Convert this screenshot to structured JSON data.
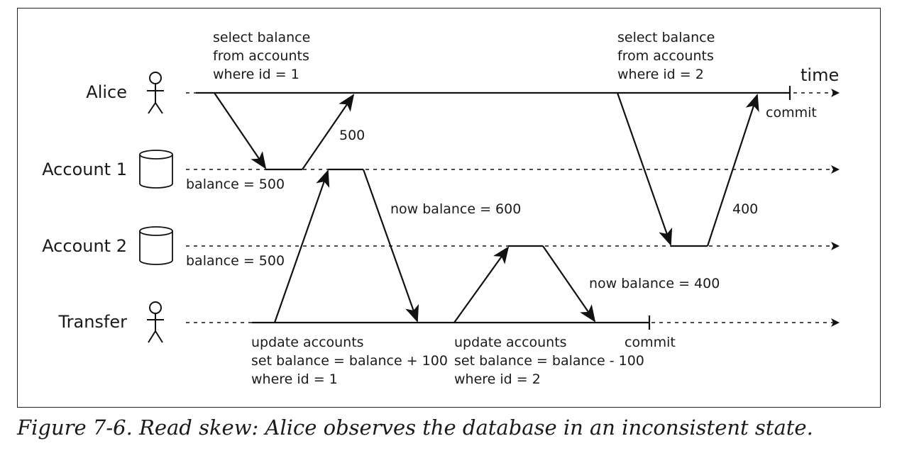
{
  "lanes": {
    "alice": "Alice",
    "account1": "Account 1",
    "account2": "Account 2",
    "transfer": "Transfer"
  },
  "time_label": "time",
  "notes": {
    "alice_query1": [
      "select balance",
      "from accounts",
      "where id = 1"
    ],
    "alice_query2": [
      "select balance",
      "from accounts",
      "where id = 2"
    ],
    "alice_commit": "commit",
    "reply_500": "500",
    "reply_400": "400",
    "account1_balance": "balance = 500",
    "account2_balance": "balance = 500",
    "account1_now": "now balance = 600",
    "account2_now": "now balance = 400",
    "transfer_update1": [
      "update accounts",
      "set balance = balance + 100",
      "where id = 1"
    ],
    "transfer_update2": [
      "update accounts",
      "set balance = balance - 100",
      "where id = 2"
    ],
    "transfer_commit": "commit"
  },
  "caption": "Figure 7-6. Read skew: Alice observes the database in an inconsistent state."
}
